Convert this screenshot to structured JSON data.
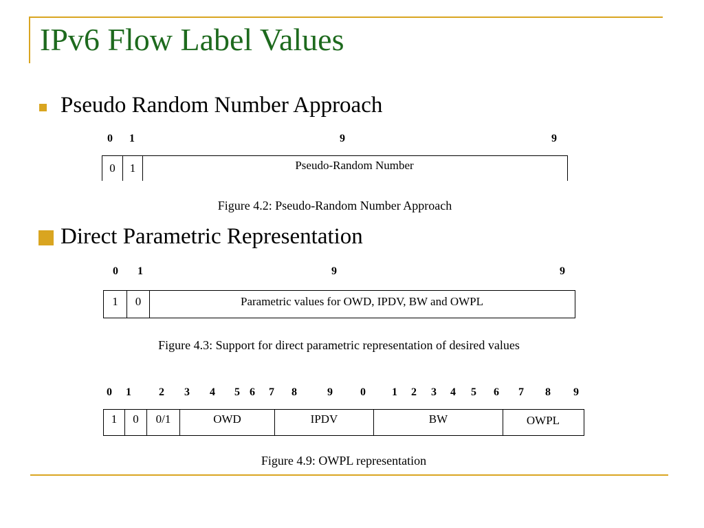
{
  "slide": {
    "title": "IPv6 Flow Label Values",
    "accent_color": "#d9a520",
    "title_color": "#1e6a1e"
  },
  "bullets": [
    {
      "text": "Pseudo Random Number Approach",
      "icon": "square-bullet-icon"
    },
    {
      "text": "Direct Parametric Representation",
      "icon": "square-bullet-icon"
    }
  ],
  "figures": [
    {
      "bit_labels": [
        "0",
        "1",
        "9",
        "9"
      ],
      "fields": [
        "0",
        "1",
        "Pseudo-Random Number"
      ],
      "caption": "Figure 4.2: Pseudo-Random Number Approach"
    },
    {
      "bit_labels": [
        "0",
        "1",
        "9",
        "9"
      ],
      "fields": [
        "1",
        "0",
        "Parametric values for OWD, IPDV, BW and OWPL"
      ],
      "caption": "Figure 4.3: Support for direct parametric representation of desired values"
    },
    {
      "bit_labels": [
        "0",
        "1",
        "2",
        "3",
        "4",
        "5",
        "6",
        "7",
        "8",
        "9",
        "0",
        "1",
        "2",
        "3",
        "4",
        "5",
        "6",
        "7",
        "8",
        "9"
      ],
      "fields": [
        "1",
        "0",
        "0/1",
        "OWD",
        "IPDV",
        "BW",
        "OWPL"
      ],
      "caption": "Figure 4.9: OWPL representation"
    }
  ]
}
